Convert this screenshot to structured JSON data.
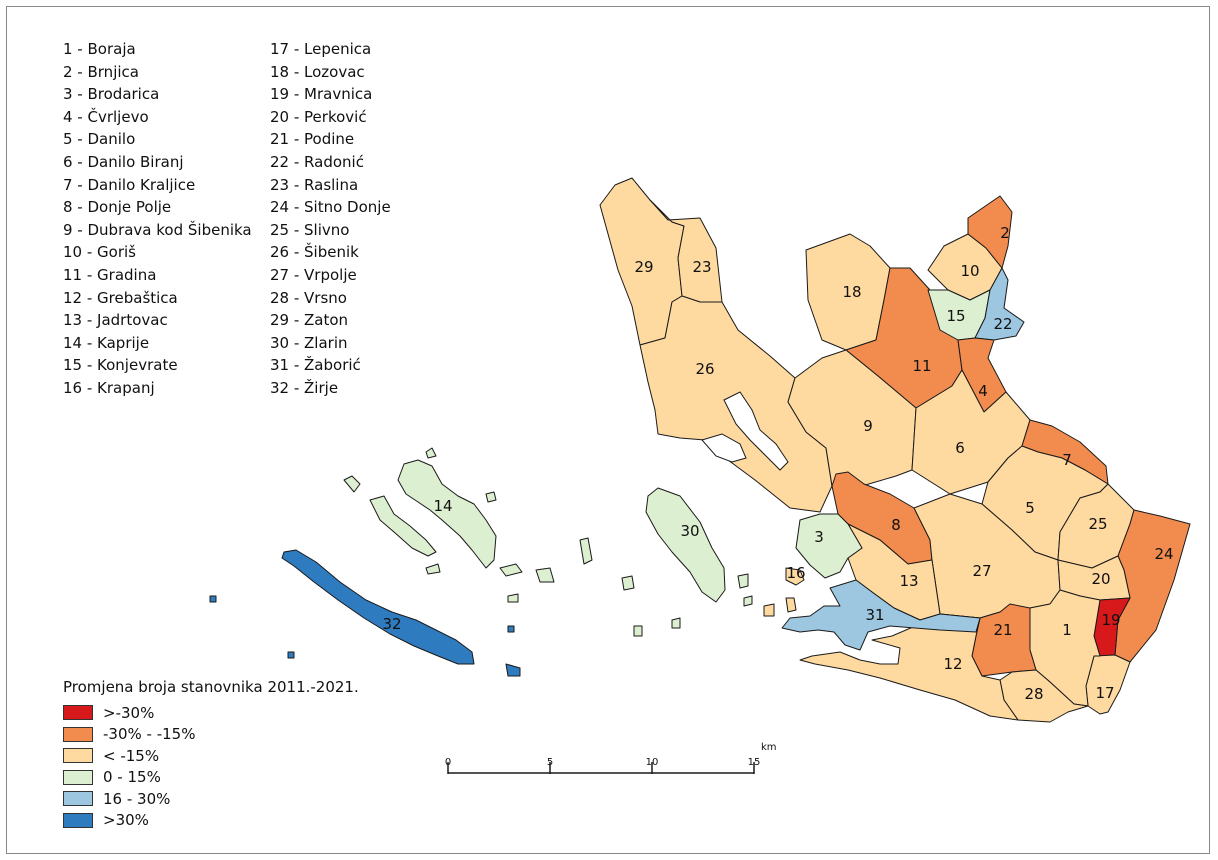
{
  "place_names_col1": [
    "1 - Boraja",
    "2 - Brnjica",
    "3 - Brodarica",
    "4 - Čvrljevo",
    "5 - Danilo",
    "6 - Danilo Biranj",
    "7 - Danilo Kraljice",
    "8 - Donje Polje",
    "9 - Dubrava kod Šibenika",
    "10 - Goriš",
    "11 - Gradina",
    "12 - Grebaštica",
    "13 - Jadrtovac",
    "14 - Kaprije",
    "15 - Konjevrate",
    "16 - Krapanj"
  ],
  "place_names_col2": [
    "17 - Lepenica",
    "18 - Lozovac",
    "19 - Mravnica",
    "20 - Perković",
    "21 - Podine",
    "22 - Radonić",
    "23 - Raslina",
    "24 - Sitno Donje",
    "25 - Slivno",
    "26 - Šibenik",
    "27 - Vrpolje",
    "28 - Vrsno",
    "29 - Zaton",
    "30 - Zlarin",
    "31 - Žaborić",
    "32 - Žirje"
  ],
  "region_numbers": [
    "1",
    "2",
    "3",
    "4",
    "5",
    "6",
    "7",
    "8",
    "9",
    "10",
    "11",
    "12",
    "13",
    "14",
    "15",
    "16",
    "17",
    "18",
    "19",
    "20",
    "21",
    "22",
    "23",
    "24",
    "25",
    "26",
    "27",
    "28",
    "29",
    "30",
    "31",
    "32"
  ],
  "legend": {
    "title": "Promjena broja stanovnika 2011.-2021.",
    "classes": [
      {
        "label": ">-30%",
        "color": "#d7191c"
      },
      {
        "label": "-30% - -15%",
        "color": "#f28c4e"
      },
      {
        "label": "< -15%",
        "color": "#fed9a0"
      },
      {
        "label": "0 - 15%",
        "color": "#dcefd0"
      },
      {
        "label": "16 - 30%",
        "color": "#9dc7e0"
      },
      {
        "label": ">30%",
        "color": "#2e7bbf"
      }
    ]
  },
  "scale_bar": {
    "ticks": [
      "0",
      "5",
      "10",
      "15"
    ],
    "unit": "km"
  },
  "region_classes": {
    "1": 2,
    "2": 1,
    "3": 3,
    "4": 1,
    "5": 2,
    "6": 2,
    "7": 1,
    "8": 1,
    "9": 2,
    "10": 2,
    "11": 1,
    "12": 2,
    "13": 2,
    "14": 3,
    "15": 3,
    "16": 2,
    "17": 2,
    "18": 2,
    "19": 0,
    "20": 2,
    "21": 1,
    "22": 4,
    "23": 2,
    "24": 1,
    "25": 2,
    "26": 2,
    "27": 2,
    "28": 2,
    "29": 2,
    "30": 3,
    "31": 4,
    "32": 5
  },
  "colors": {
    "border": "#1a1a1a",
    "frame": "#888888"
  }
}
